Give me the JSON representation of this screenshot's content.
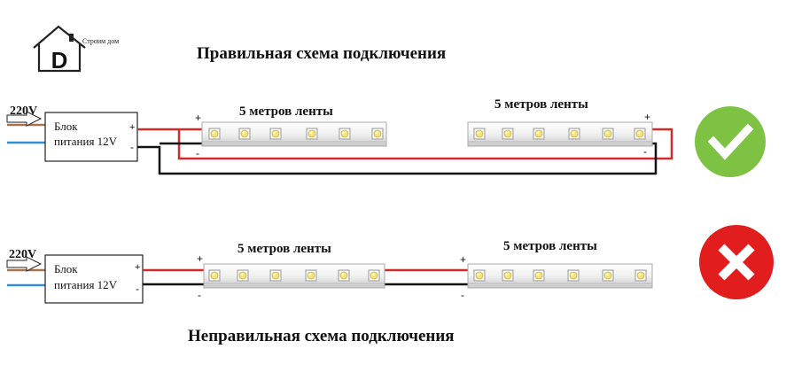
{
  "logo": {
    "text": "Строим дом",
    "letter": "D"
  },
  "diagram": {
    "correct": {
      "title": "Правильная схема подключения",
      "voltage_label": "220V",
      "psu_line1": "Блок",
      "psu_line2": "питания 12V",
      "psu_plus": "+",
      "psu_minus": "-",
      "strip1_label": "5 метров ленты",
      "strip2_label": "5 метров ленты",
      "strip1_plus": "+",
      "strip1_minus": "-",
      "strip2_plus": "+",
      "strip2_minus": "-",
      "status": "correct",
      "status_icon": "check-icon"
    },
    "incorrect": {
      "title": "Неправильная схема подключения",
      "voltage_label": "220V",
      "psu_line1": "Блок",
      "psu_line2": "питания 12V",
      "psu_plus": "+",
      "psu_minus": "-",
      "strip1_label": "5 метров ленты",
      "strip2_label": "5 метров ленты",
      "strip1_plus": "+",
      "strip1_minus": "-",
      "strip2_plus": "+",
      "strip2_minus": "-",
      "status": "incorrect",
      "status_icon": "cross-icon"
    }
  },
  "colors": {
    "wire_positive": "#d42a2a",
    "wire_negative": "#111111",
    "mains_brown": "#a8744f",
    "mains_blue": "#2f8fd8",
    "check_green": "#7dc243",
    "cross_red": "#e11d1d",
    "strip_body": "#f2f2f2",
    "led_yellow": "#f4e27a"
  }
}
